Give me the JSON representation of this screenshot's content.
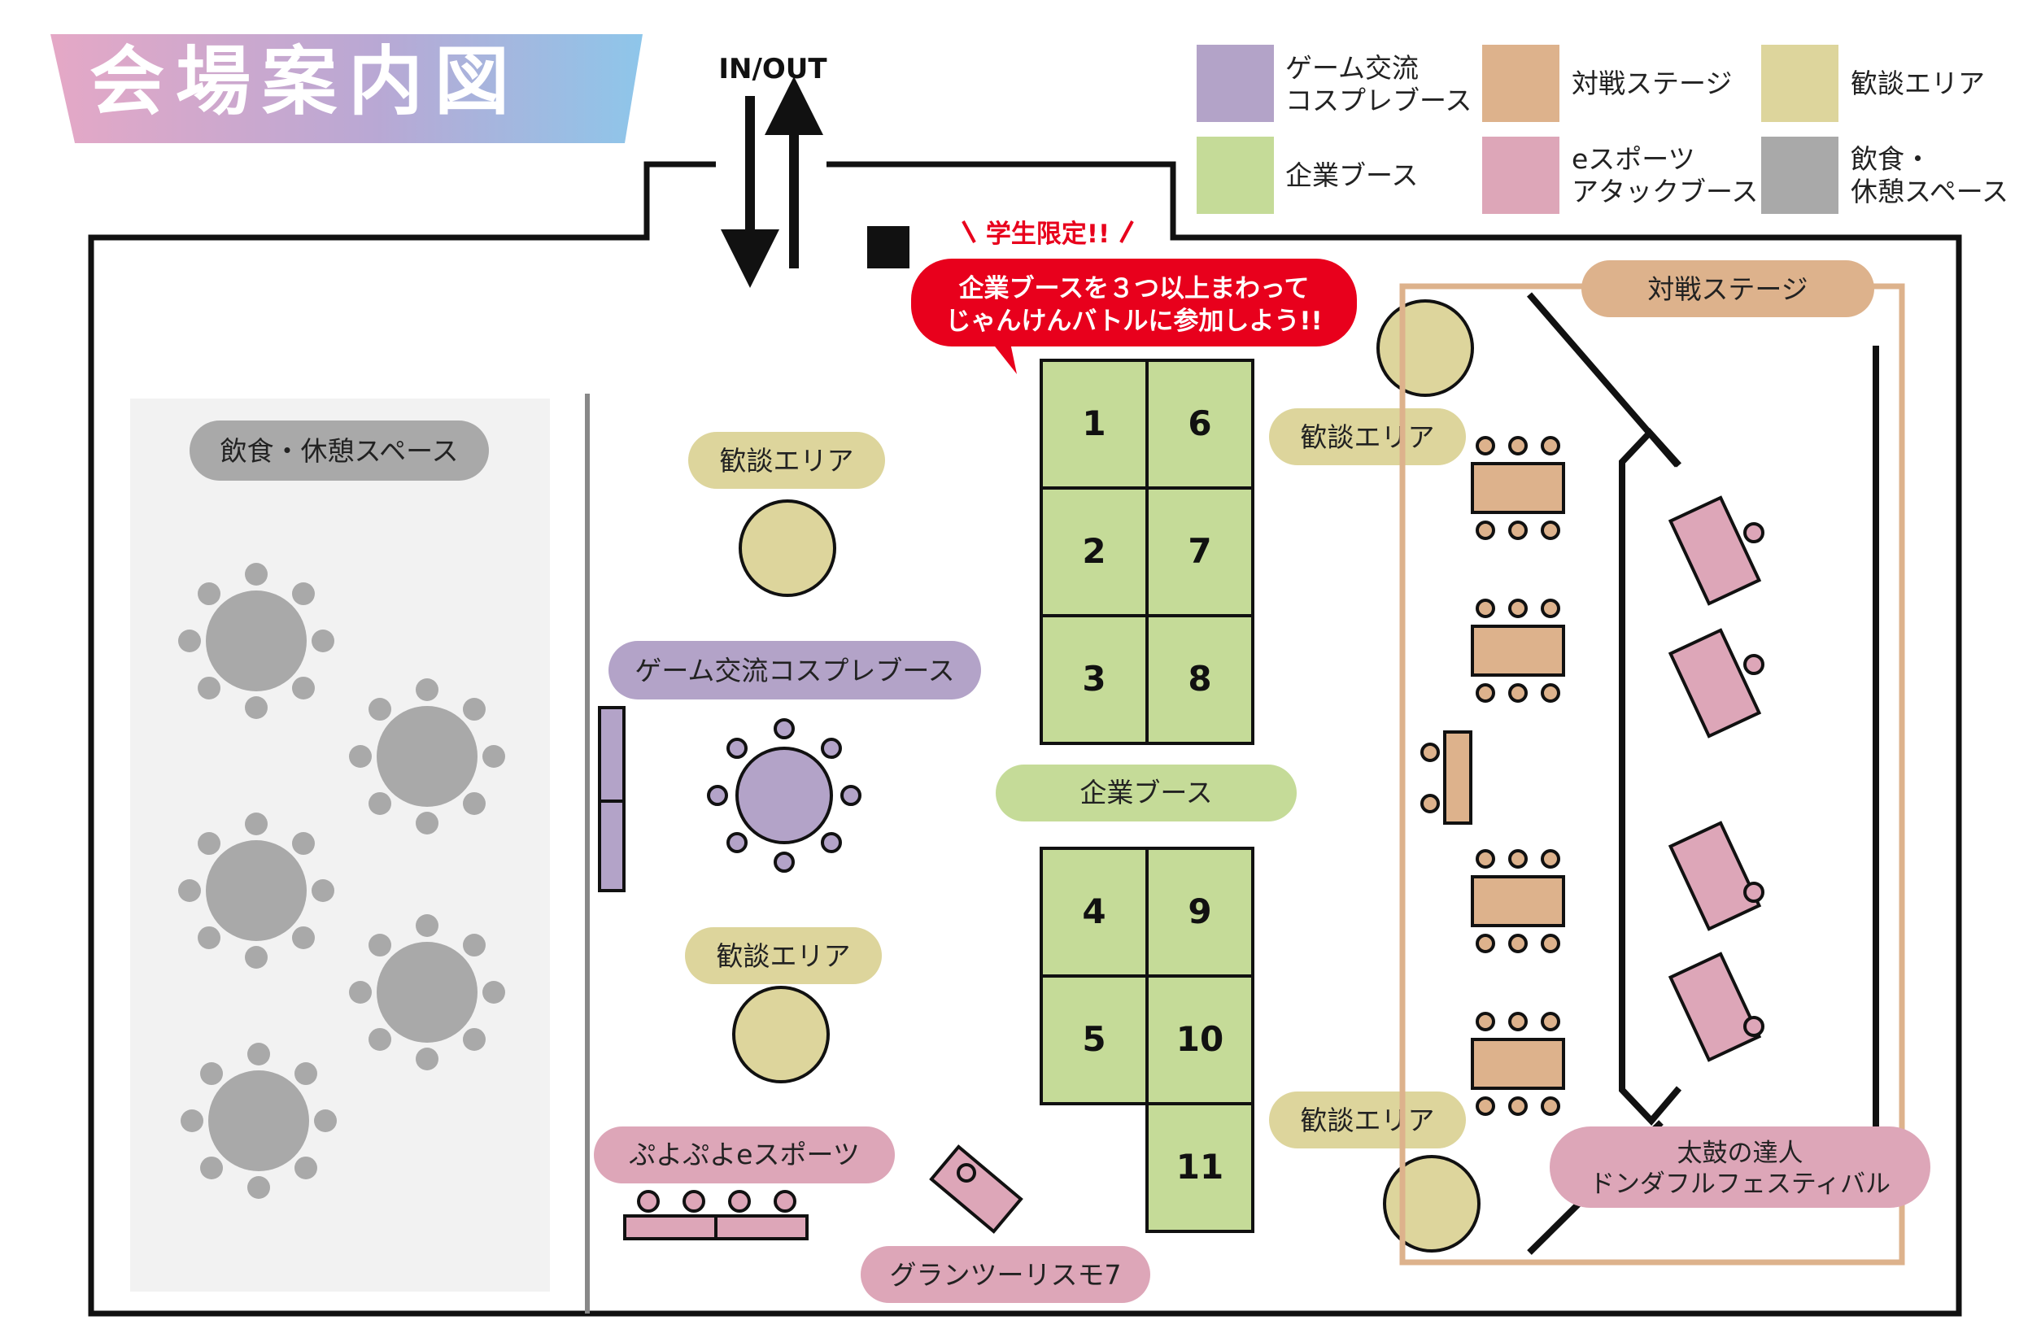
{
  "title": "会場案内図",
  "entrance": {
    "label": "IN/OUT"
  },
  "legend": [
    {
      "lines": [
        "ゲーム交流",
        "コスプレブース"
      ],
      "color": "#b3a3c8"
    },
    {
      "lines": [
        "対戦ステージ"
      ],
      "color": "#ddb28c"
    },
    {
      "lines": [
        "歓談エリア"
      ],
      "color": "#ddd59c"
    },
    {
      "lines": [
        "企業ブース"
      ],
      "color": "#c5db98"
    },
    {
      "lines": [
        "eスポーツ",
        "アタックブース"
      ],
      "color": "#dda6b8"
    },
    {
      "lines": [
        "飲食・",
        "休憩スペース"
      ],
      "color": "#a9a9a9"
    }
  ],
  "callout": {
    "tag": "学生限定!!",
    "lines": [
      "企業ブースを３つ以上まわって",
      "じゃんけんバトルに参加しよう!!"
    ]
  },
  "areas": {
    "dining": "飲食・休憩スペース",
    "lounge_left_top": "歓談エリア",
    "cosplay": "ゲーム交流コスプレブース",
    "lounge_left_bottom": "歓談エリア",
    "puyo": "ぷよぷよeスポーツ",
    "gran_turismo": "グランツーリスモ7",
    "company": "企業ブース",
    "lounge_right_top": "歓談エリア",
    "lounge_right_bottom": "歓談エリア",
    "stage": "対戦ステージ",
    "taiko": [
      "太鼓の達人",
      "ドンダフルフェスティバル"
    ]
  },
  "booths_top": [
    "1",
    "6",
    "2",
    "7",
    "3",
    "8"
  ],
  "booths_bottom": [
    "4",
    "9",
    "5",
    "10",
    "11"
  ],
  "colors": {
    "purple": "#b3a3c8",
    "tan": "#ddb28c",
    "khaki": "#ddd59c",
    "green": "#c5db98",
    "pink": "#dda6b8",
    "gray": "#a9a9a9",
    "red": "#e8001c"
  }
}
